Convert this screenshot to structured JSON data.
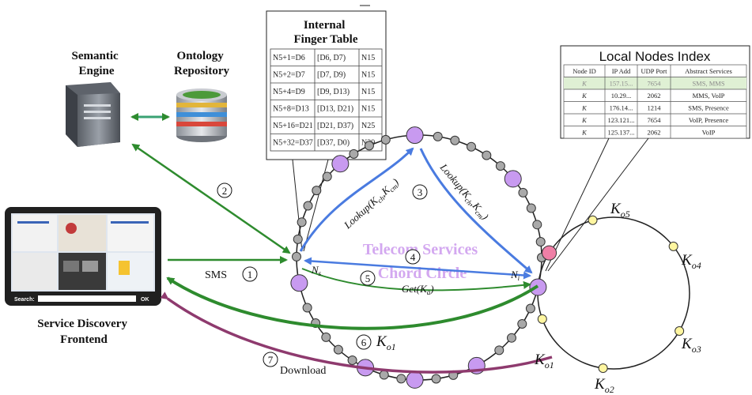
{
  "labels": {
    "semantic_engine": [
      "Semantic",
      "Engine"
    ],
    "ontology_repository": [
      "Ontology",
      "Repository"
    ],
    "service_discovery_frontend": [
      "Service Discovery",
      "Frontend"
    ],
    "chord_circle": [
      "Telecom Services",
      "Chord Circle"
    ],
    "node_s": "N",
    "node_s_sub": "s",
    "node_i": "N",
    "node_i_sub": "i"
  },
  "finger_table": {
    "title": [
      "Internal",
      "Finger Table"
    ],
    "rows": [
      [
        "N5+1=D6",
        "[D6, D7)",
        "N15"
      ],
      [
        "N5+2=D7",
        "[D7, D9)",
        "N15"
      ],
      [
        "N5+4=D9",
        "[D9, D13)",
        "N15"
      ],
      [
        "N5+8=D13",
        "[D13, D21)",
        "N15"
      ],
      [
        "N5+16=D21",
        "[D21, D37)",
        "N25"
      ],
      [
        "N5+32=D37",
        "[D37, D0)",
        "N39"
      ]
    ]
  },
  "local_nodes_index": {
    "title": "Local Nodes Index",
    "headers": [
      "Node ID",
      "IP Add",
      "UDP Port",
      "Abstract Services"
    ],
    "rows": [
      [
        "K",
        "157.15...",
        "7654",
        "SMS, MMS"
      ],
      [
        "K",
        "10.29...",
        "2062",
        "MMS, VoIP"
      ],
      [
        "K",
        "176.14...",
        "1214",
        "SMS, Presence"
      ],
      [
        "K",
        "123.121...",
        "7654",
        "VoIP, Presence"
      ],
      [
        "K",
        "125.137...",
        "2062",
        "VoIP"
      ]
    ]
  },
  "steps": [
    {
      "num": "1",
      "label": "SMS"
    },
    {
      "num": "2",
      "label": ""
    },
    {
      "num": "3",
      "label": ""
    },
    {
      "num": "4",
      "label": ""
    },
    {
      "num": "5",
      "label": ""
    },
    {
      "num": "6",
      "label": ""
    },
    {
      "num": "7",
      "label": "Download"
    }
  ],
  "edge_labels": {
    "lookup_left": "Lookup(K",
    "lookup_right": "Lookup(K",
    "get": "Get(K",
    "get_sub": "a",
    "ko1_step6": "K",
    "ko1_step6_sub": "o1"
  },
  "small_ring_labels": [
    {
      "main": "K",
      "sub": "o1"
    },
    {
      "main": "K",
      "sub": "o2"
    },
    {
      "main": "K",
      "sub": "o3"
    },
    {
      "main": "K",
      "sub": "o4"
    },
    {
      "main": "K",
      "sub": "o5"
    }
  ],
  "search_bar": {
    "label": "Search:",
    "button": "OK"
  },
  "colors": {
    "green": "#2e8b2e",
    "purple_arrow": "#8e3a6e",
    "blue_arrow": "#4a7be0",
    "node_purple": "#c89af0",
    "node_pink": "#ef7fa6",
    "node_yellow": "#fff6a0",
    "node_gray": "#a9a9a9",
    "chord_text": "#d3a8f0"
  }
}
